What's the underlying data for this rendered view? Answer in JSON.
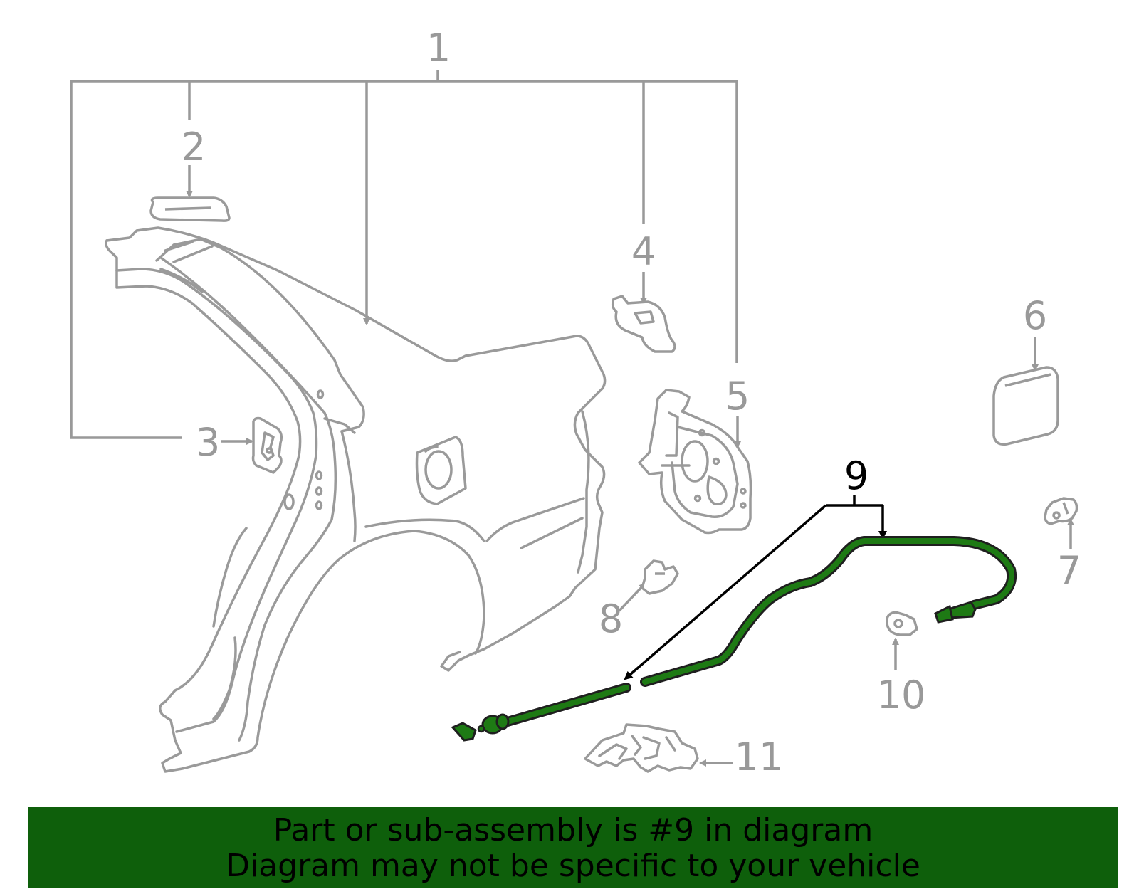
{
  "callouts": [
    "1",
    "2",
    "3",
    "4",
    "5",
    "6",
    "7",
    "8",
    "9",
    "10",
    "11"
  ],
  "highlighted_part": "9",
  "colors": {
    "highlight": "#1e7a14",
    "banner": "#0e5f0b",
    "line": "#999999"
  },
  "banner": {
    "line1": "Part or sub-assembly is #9 in diagram",
    "line2": "Diagram may not be specific to your vehicle"
  }
}
